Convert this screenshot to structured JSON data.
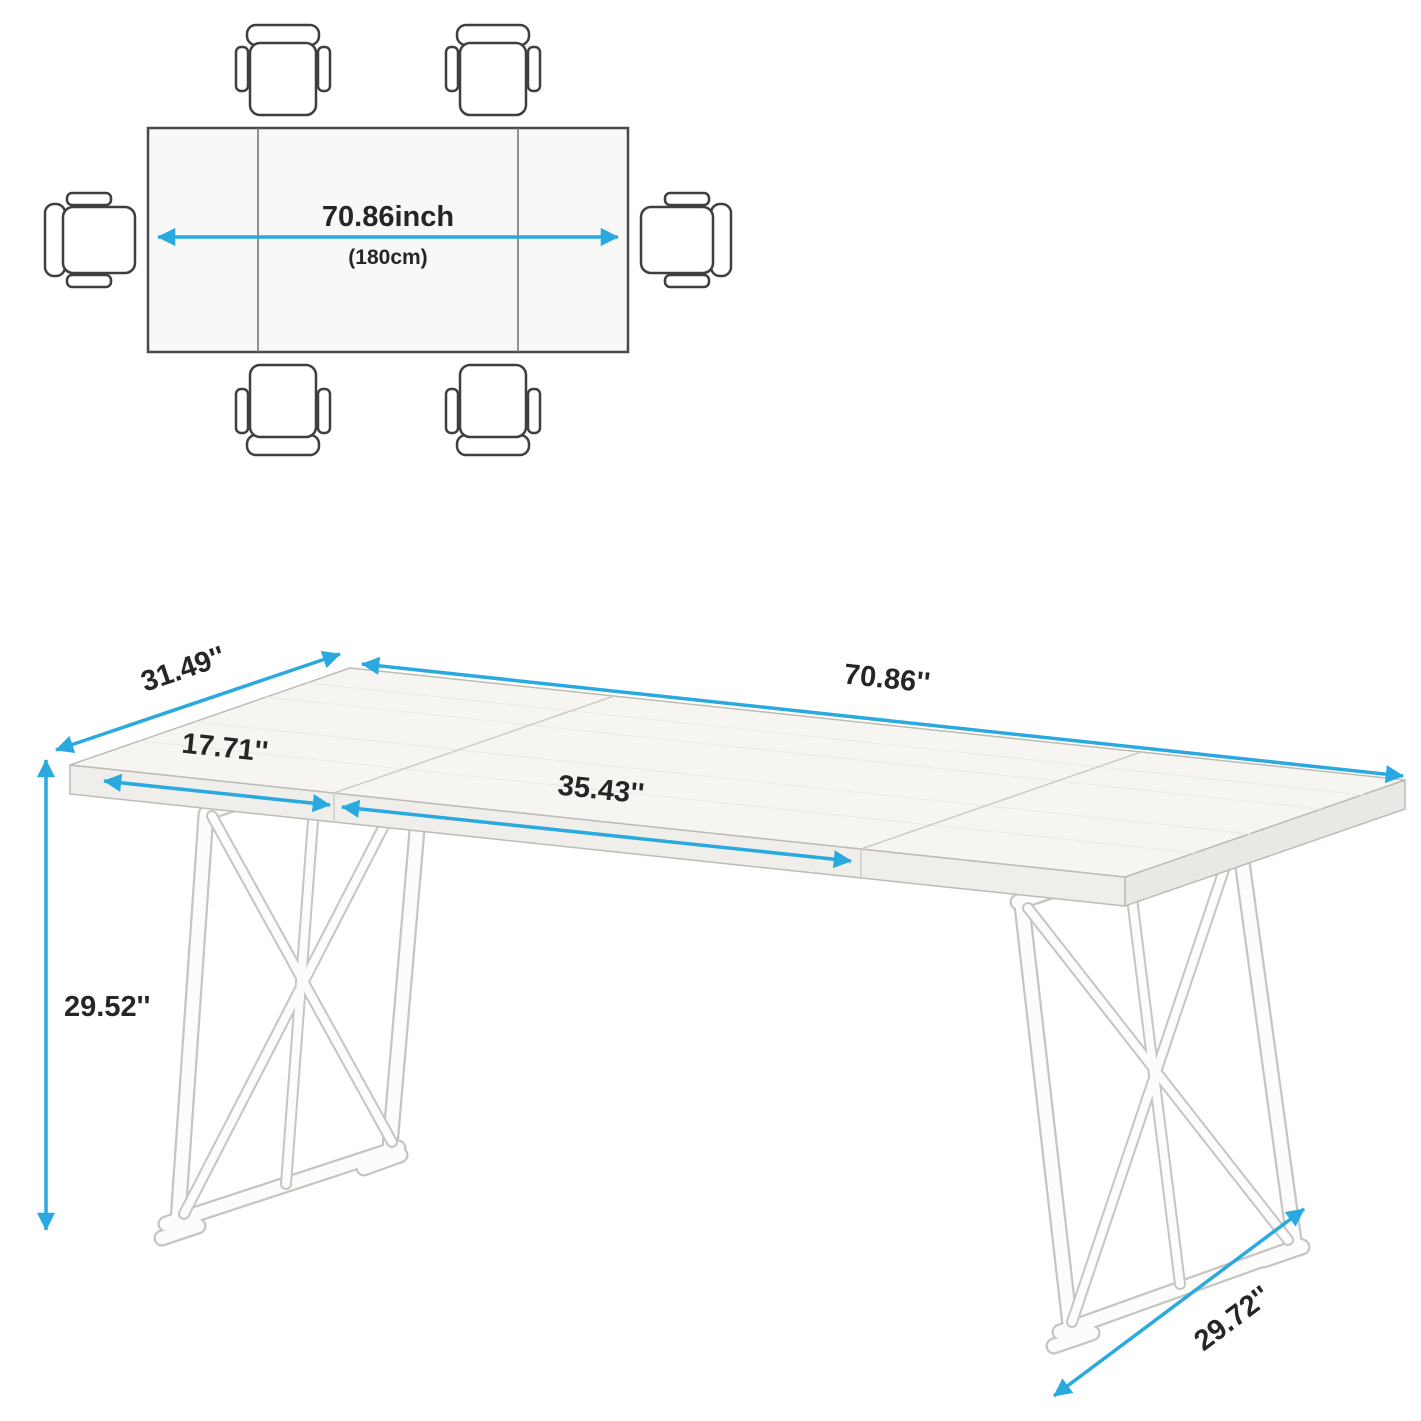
{
  "title": "Dining table dimension diagram",
  "colors": {
    "dimension_accent": "#29a9e0",
    "label_text": "#262626"
  },
  "top_view": {
    "width_label": "70.86inch",
    "width_metric_label": "(180cm)",
    "chair_count": 6
  },
  "perspective_view": {
    "dimensions": {
      "depth": "31.49''",
      "length": "70.86''",
      "leaf_width": "17.71''",
      "half_length": "35.43''",
      "height": "29.52''",
      "base_depth": "29.72''"
    }
  }
}
